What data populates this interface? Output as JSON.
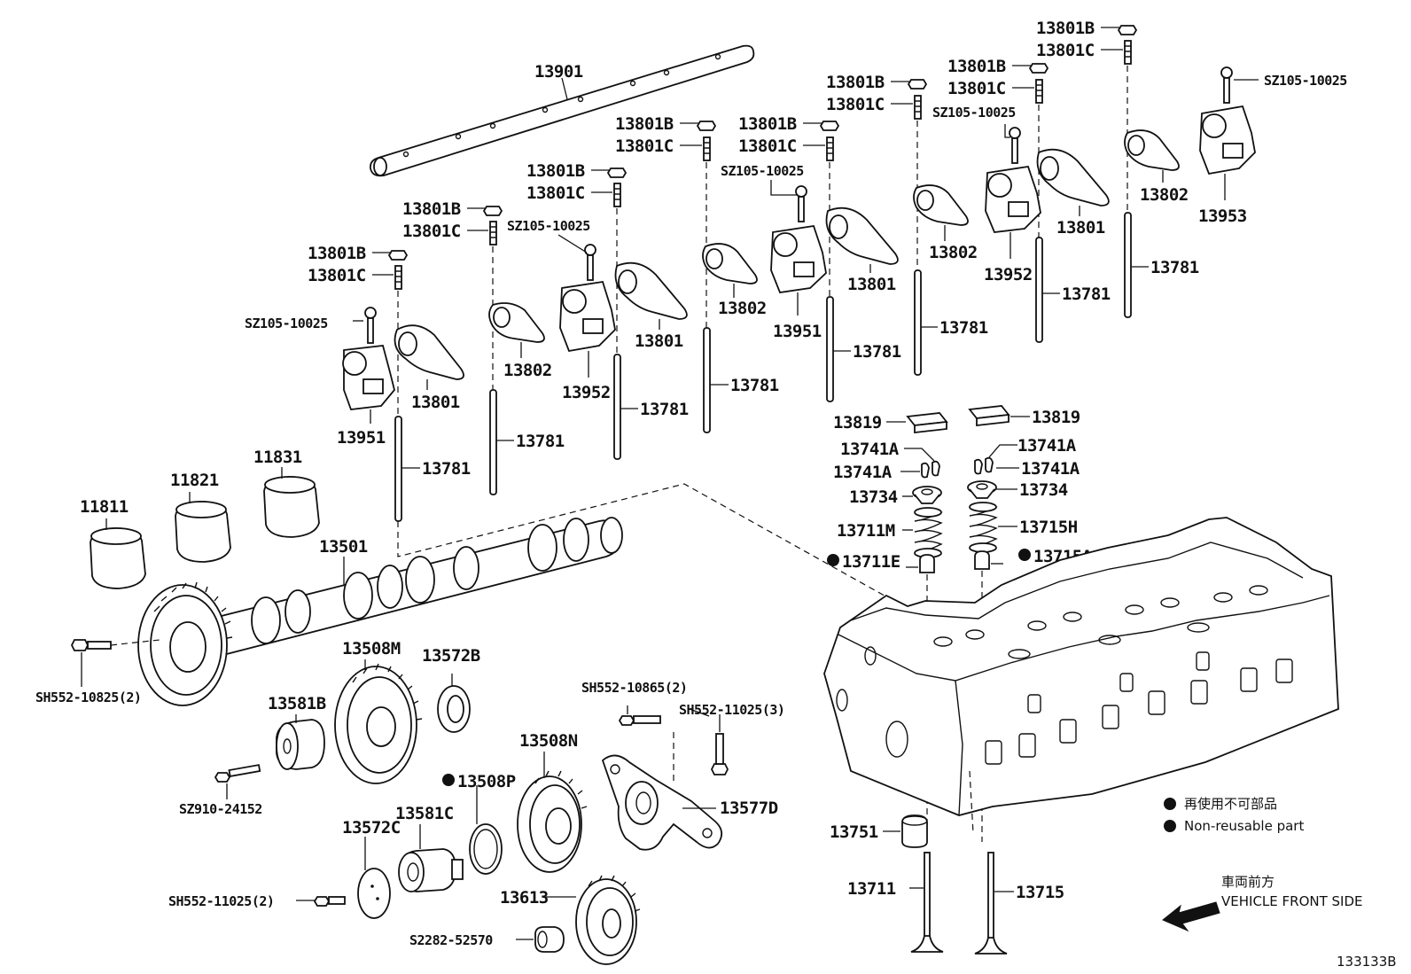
{
  "parts": {
    "shaft": "13901",
    "bolt_rocker_support": "SZ105-10025",
    "nut_adjust": "13801B",
    "screw_adjust": "13801C",
    "arm_intake": "13801",
    "arm_exhaust": "13802",
    "support_1": "13951",
    "support_2": "13952",
    "support_3": "13953",
    "pushrod": "13781",
    "bearing_1": "11811",
    "bearing_2": "11821",
    "bearing_3": "11831",
    "camshaft": "13501",
    "bolt_cam_gear": "SH552-10825(2)",
    "gear_cam": "13508M",
    "washer_thrust": "13572B",
    "shaft_idle_1": "13581B",
    "bolt_idle_shaft": "SZ910-24152",
    "plate_thrust": "13572C",
    "shaft_idle_2": "13581C",
    "bolt_plate": "SH552-11025(2)",
    "oring": "13508P",
    "gear_idle": "13508N",
    "bolt_bracket_1": "SH552-10865(2)",
    "bolt_bracket_2": "SH552-11025(3)",
    "bracket": "13577D",
    "gear_pump": "13613",
    "nut_gear": "S2282-52570",
    "valve_cap": "13819",
    "keeper": "13741A",
    "retainer": "13734",
    "spring_intake": "13711M",
    "spring_exhaust": "13715H",
    "seal_intake": "13711E",
    "seal_exhaust": "13715A",
    "lifter": "13751",
    "valve_intake": "13711",
    "valve_exhaust": "13715"
  },
  "legend": {
    "jp": "再使用不可部品",
    "en": "Non-reusable part"
  },
  "direction": {
    "jp": "車両前方",
    "en": "VEHICLE FRONT SIDE"
  },
  "figure_id": "133133B"
}
